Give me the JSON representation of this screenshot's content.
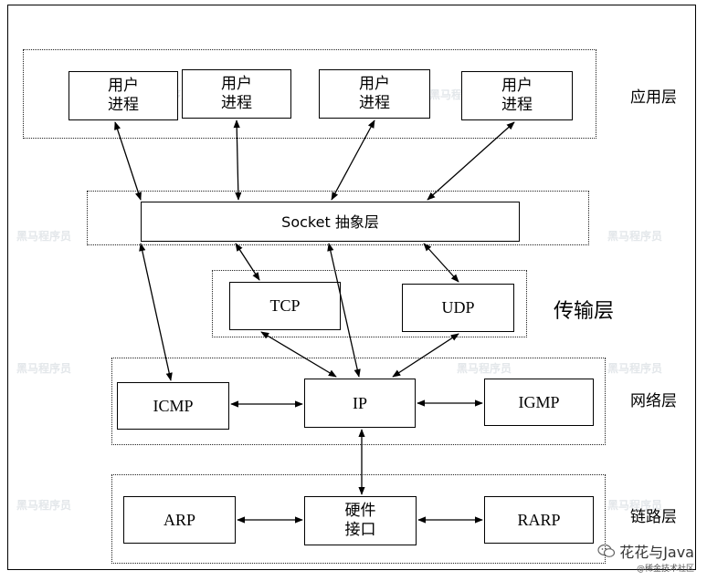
{
  "layers": {
    "application": "应用层",
    "transport": "传输层",
    "network": "网络层",
    "link": "链路层"
  },
  "processes": [
    {
      "label": "用户\n进程"
    },
    {
      "label": "用户\n进程"
    },
    {
      "label": "用户\n进程"
    },
    {
      "label": "用户\n进程"
    }
  ],
  "socket": "Socket 抽象层",
  "transport": {
    "tcp": "TCP",
    "udp": "UDP"
  },
  "network": {
    "icmp": "ICMP",
    "ip": "IP",
    "igmp": "IGMP"
  },
  "link": {
    "arp": "ARP",
    "hardware": "硬件\n接口",
    "rarp": "RARP"
  },
  "watermark": "黑马程序员",
  "footer": {
    "brand": "花花与Java",
    "sub": "@稀金技术社区",
    "icon": "wechat-icon"
  }
}
